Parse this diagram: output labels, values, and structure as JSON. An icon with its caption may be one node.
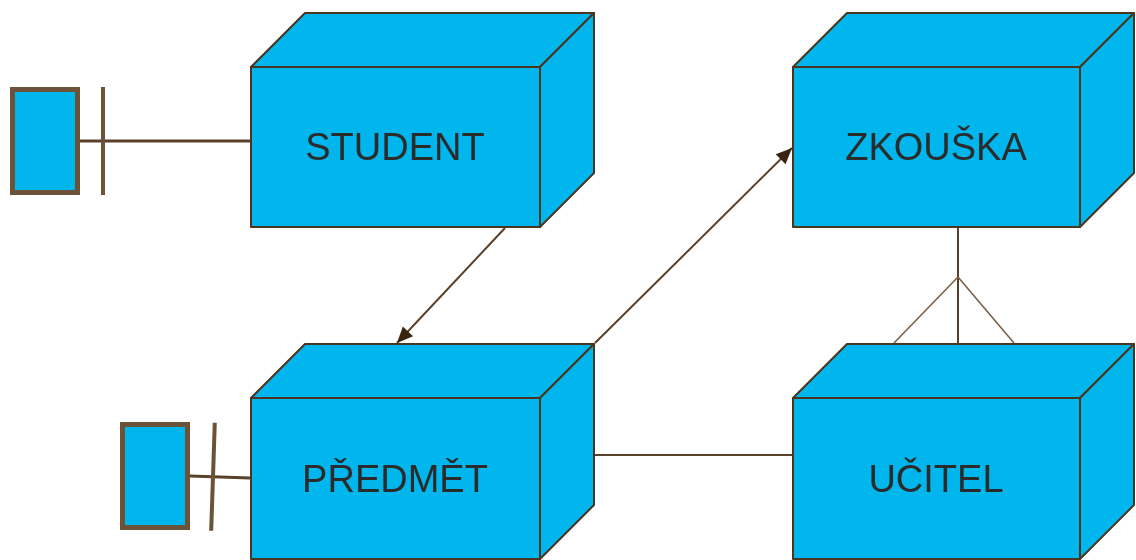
{
  "diagram": {
    "nodes": [
      {
        "text": [],
        "shape": "box"
      },
      {
        "text": [
          "STUDENT"
        ]
      },
      {
        "text": [
          "ZKOUŠKA"
        ]
      },
      {
        "text": [],
        "shape": "box"
      },
      {
        "text": [
          "PŘEDMĚT"
        ]
      },
      {
        "text": [
          "UČITEL"
        ]
      }
    ],
    "edges": [
      {
        "from": 0,
        "to": 1,
        "arrow": "other"
      },
      {
        "from": 1,
        "to": 4,
        "arrow": "to"
      },
      {
        "from": 4,
        "to": 2,
        "arrow": "to"
      },
      {
        "from": 3,
        "to": 4,
        "arrow": "other"
      },
      {
        "from": 4,
        "to": 5,
        "arrow": "none"
      },
      {
        "from": 2,
        "to": 5,
        "arrow": "other"
      }
    ]
  }
}
